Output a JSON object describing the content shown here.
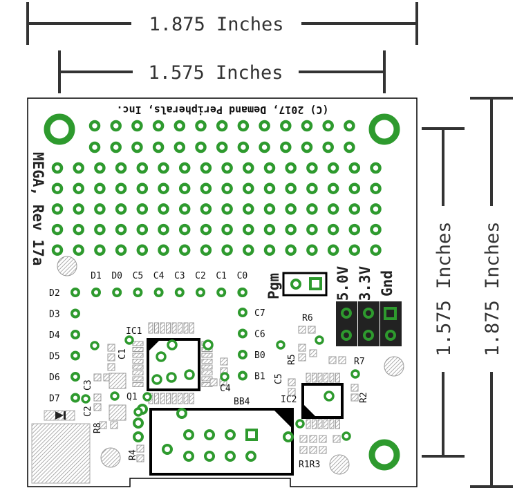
{
  "dimensions": {
    "top_outer": "1.875 Inches",
    "top_inner": "1.575 Inches",
    "right_inner": "1.575 Inches",
    "right_outer": "1.875 Inches"
  },
  "board": {
    "copyright": "(C) 2017, Demand Peripherals, Inc.",
    "title": "MEGA, Rev 17a",
    "pgm": "Pgm",
    "power": [
      "5.0V",
      "3.3V",
      "Gnd"
    ],
    "top_pins": [
      "D1",
      "D0",
      "C5",
      "C4",
      "C3",
      "C2",
      "C1",
      "C0"
    ],
    "left_pins": [
      "D2",
      "D3",
      "D4",
      "D5",
      "D6",
      "D7"
    ],
    "right_pins": [
      "C7",
      "C6",
      "B0",
      "B1"
    ],
    "parts": {
      "ic1": "IC1",
      "ic2": "IC2",
      "bb4": "BB4",
      "q1": "Q1",
      "c1": "C1",
      "c2": "C2",
      "c3": "C3",
      "c4": "C4",
      "c5": "C5",
      "r1r3": "R1R3",
      "r2": "R2",
      "r4": "R4",
      "r5": "R5",
      "r6": "R6",
      "r7": "R7",
      "r8": "R8"
    }
  },
  "colors": {
    "pad": "#2e9a2e",
    "outline": "#000000",
    "silk": "#111111"
  }
}
